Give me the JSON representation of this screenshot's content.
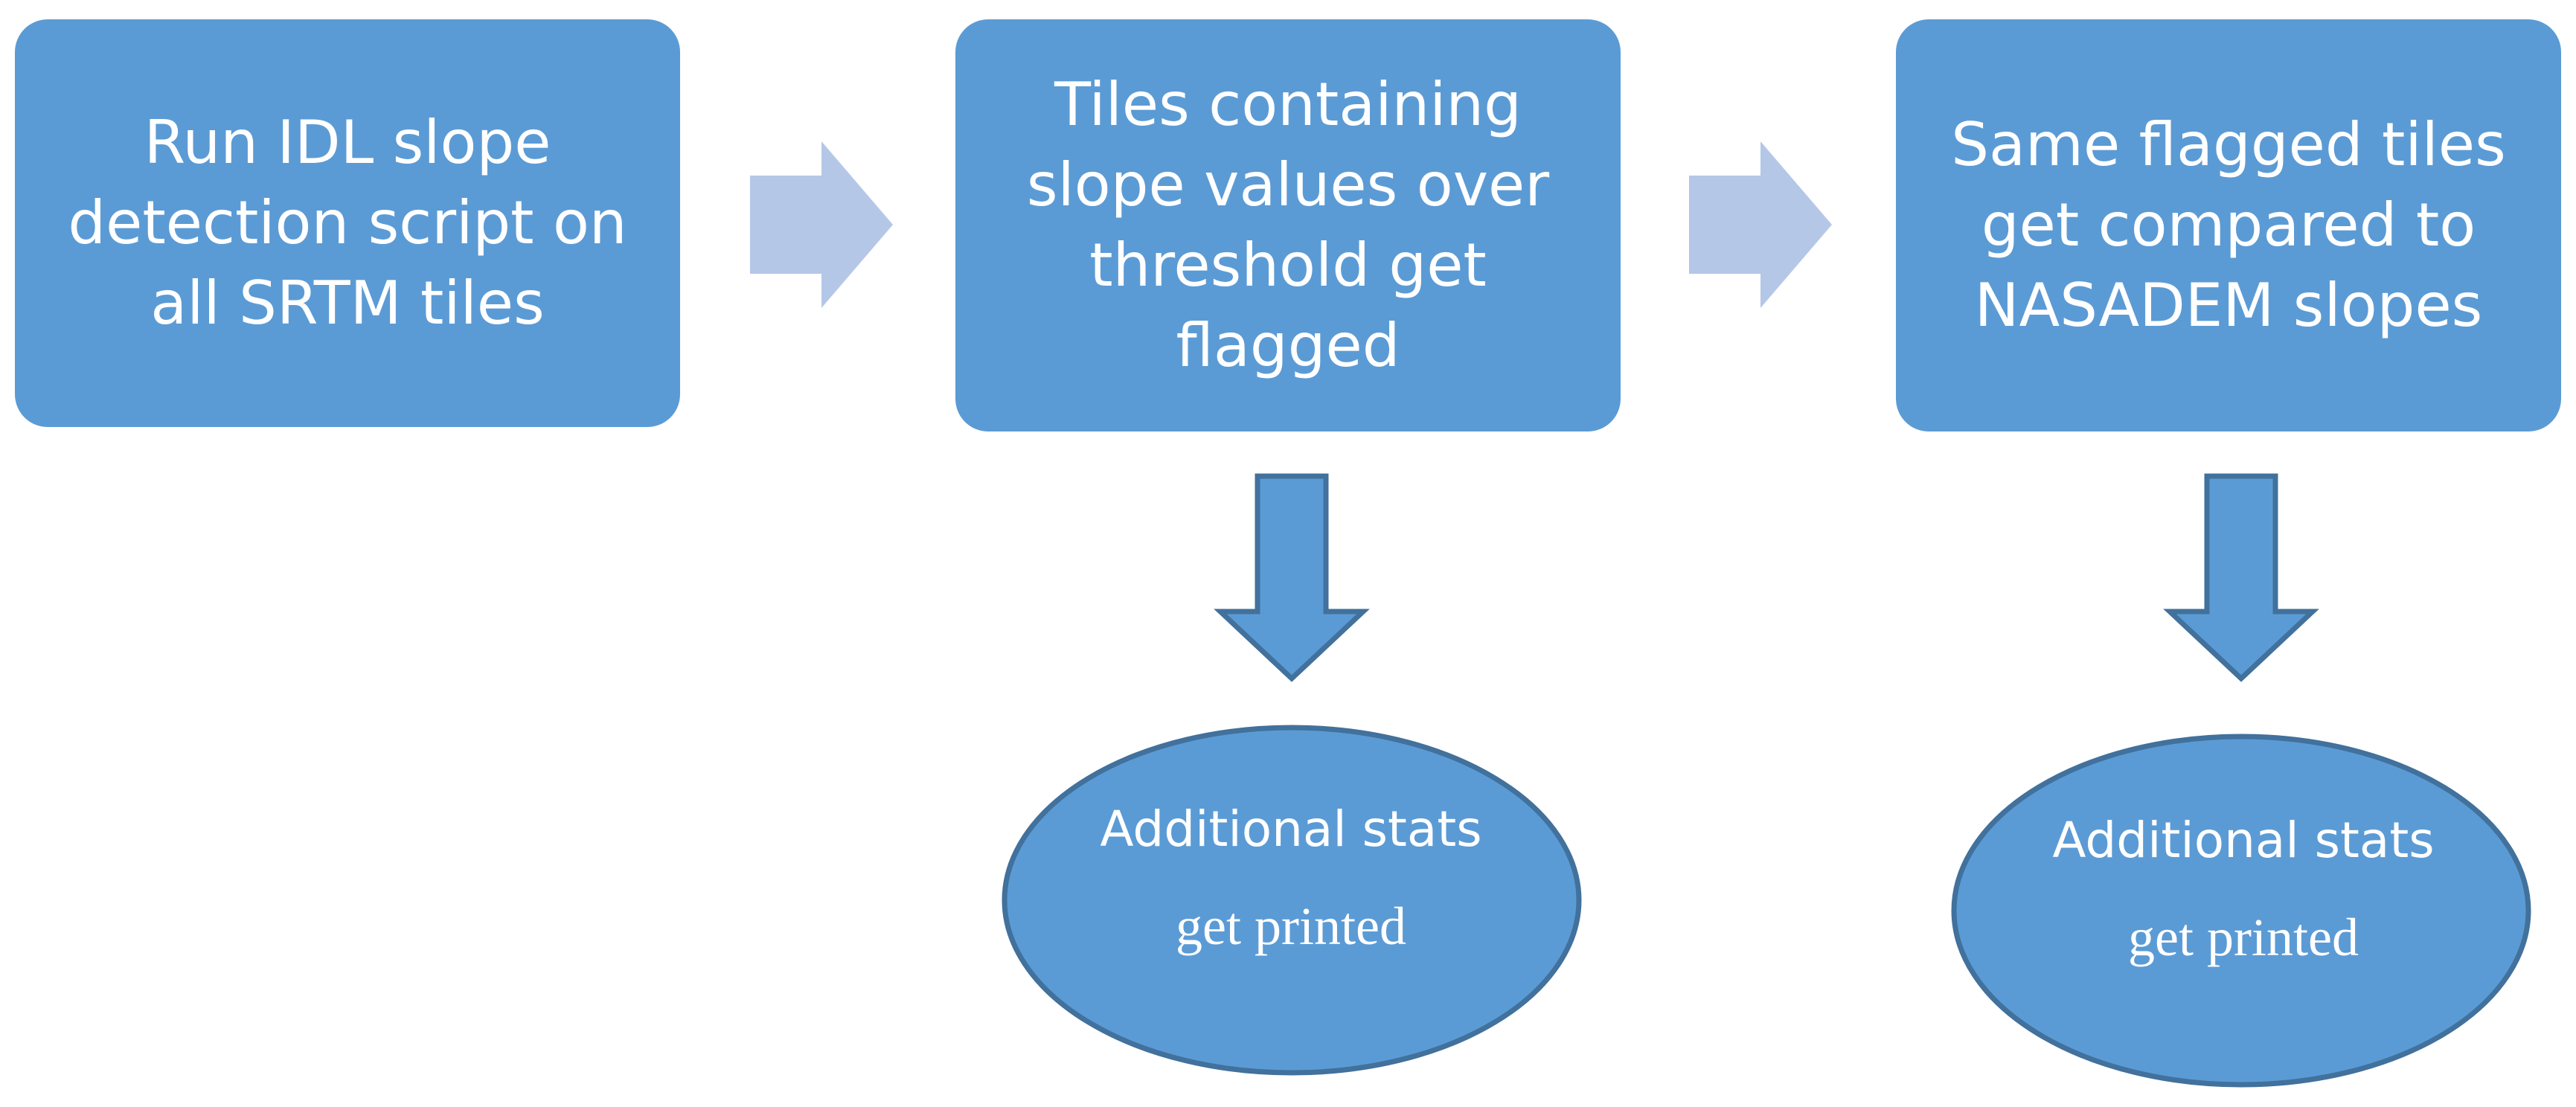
{
  "diagram": {
    "steps": [
      {
        "text": "Run IDL slope detection script on all SRTM tiles"
      },
      {
        "text": "Tiles containing slope values over threshold get flagged"
      },
      {
        "text": "Same flagged tiles get compared to NASADEM slopes"
      }
    ],
    "outputs": [
      {
        "line1": "Additional stats",
        "line2": "get printed"
      },
      {
        "line1": "Additional stats",
        "line2": "get printed"
      }
    ],
    "colors": {
      "box_fill": "#5b9bd5",
      "ellipse_fill": "#5b9bd5",
      "ellipse_stroke": "#41719c",
      "right_arrow_fill": "#b4c7e7",
      "down_arrow_fill": "#5b9bd5",
      "down_arrow_stroke": "#41719c",
      "text": "#ffffff"
    }
  }
}
